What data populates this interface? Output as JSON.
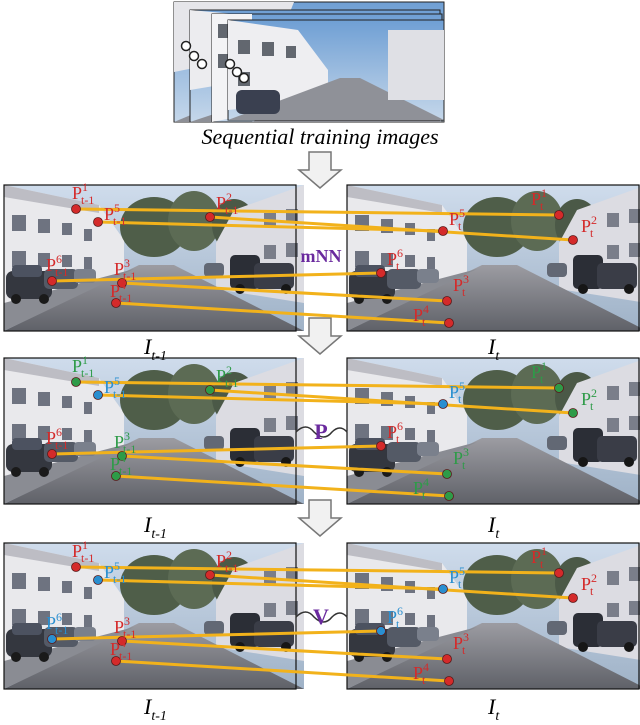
{
  "caption": "Sequential training images",
  "frame_labels": {
    "prev_base": "I",
    "prev_sub": "t-1",
    "curr_base": "I",
    "curr_sub": "t"
  },
  "connectors": [
    "mNN",
    "P",
    "V"
  ],
  "point_base": "P",
  "colors": {
    "red": "#d42a2a",
    "green": "#2e9b48",
    "blue": "#2a8fd0",
    "match_line": "#f2b21b",
    "connector": "#6a2a9e",
    "arrow_fill": "#f1f1f1",
    "arrow_stroke": "#777777"
  },
  "panels": [
    {
      "left_points": [
        {
          "sup": "5",
          "sub": "t-1",
          "color": "red"
        },
        {
          "sup": "1",
          "sub": "t-1",
          "color": "red"
        },
        {
          "sup": "2",
          "sub": "t-1",
          "color": "red"
        },
        {
          "sup": "6",
          "sub": "t-1",
          "color": "red"
        },
        {
          "sup": "3",
          "sub": "t-1",
          "color": "red"
        },
        {
          "sup": "4",
          "sub": "t-1",
          "color": "red"
        }
      ],
      "right_points": [
        {
          "sup": "1",
          "sub": "t",
          "color": "red"
        },
        {
          "sup": "5",
          "sub": "t",
          "color": "red"
        },
        {
          "sup": "2",
          "sub": "t",
          "color": "red"
        },
        {
          "sup": "6",
          "sub": "t",
          "color": "red"
        },
        {
          "sup": "3",
          "sub": "t",
          "color": "red"
        },
        {
          "sup": "4",
          "sub": "t",
          "color": "red"
        }
      ]
    },
    {
      "left_points": [
        {
          "sup": "5",
          "sub": "t-1",
          "color": "blue"
        },
        {
          "sup": "1",
          "sub": "t-1",
          "color": "green"
        },
        {
          "sup": "2",
          "sub": "t-1",
          "color": "green"
        },
        {
          "sup": "6",
          "sub": "t-1",
          "color": "red"
        },
        {
          "sup": "3",
          "sub": "t-1",
          "color": "green"
        },
        {
          "sup": "4",
          "sub": "t-1",
          "color": "green"
        }
      ],
      "right_points": [
        {
          "sup": "1",
          "sub": "t",
          "color": "green"
        },
        {
          "sup": "5",
          "sub": "t",
          "color": "blue"
        },
        {
          "sup": "2",
          "sub": "t",
          "color": "green"
        },
        {
          "sup": "6",
          "sub": "t",
          "color": "red"
        },
        {
          "sup": "3",
          "sub": "t",
          "color": "green"
        },
        {
          "sup": "4",
          "sub": "t",
          "color": "green"
        }
      ]
    },
    {
      "left_points": [
        {
          "sup": "5",
          "sub": "t-1",
          "color": "blue"
        },
        {
          "sup": "1",
          "sub": "t-1",
          "color": "red"
        },
        {
          "sup": "2",
          "sub": "t-1",
          "color": "red"
        },
        {
          "sup": "6",
          "sub": "t-1",
          "color": "blue"
        },
        {
          "sup": "3",
          "sub": "t-1",
          "color": "red"
        },
        {
          "sup": "4",
          "sub": "t-1",
          "color": "red"
        }
      ],
      "right_points": [
        {
          "sup": "1",
          "sub": "t",
          "color": "red"
        },
        {
          "sup": "5",
          "sub": "t",
          "color": "blue"
        },
        {
          "sup": "2",
          "sub": "t",
          "color": "red"
        },
        {
          "sup": "6",
          "sub": "t",
          "color": "blue"
        },
        {
          "sup": "3",
          "sub": "t",
          "color": "red"
        },
        {
          "sup": "4",
          "sub": "t",
          "color": "red"
        }
      ]
    }
  ]
}
